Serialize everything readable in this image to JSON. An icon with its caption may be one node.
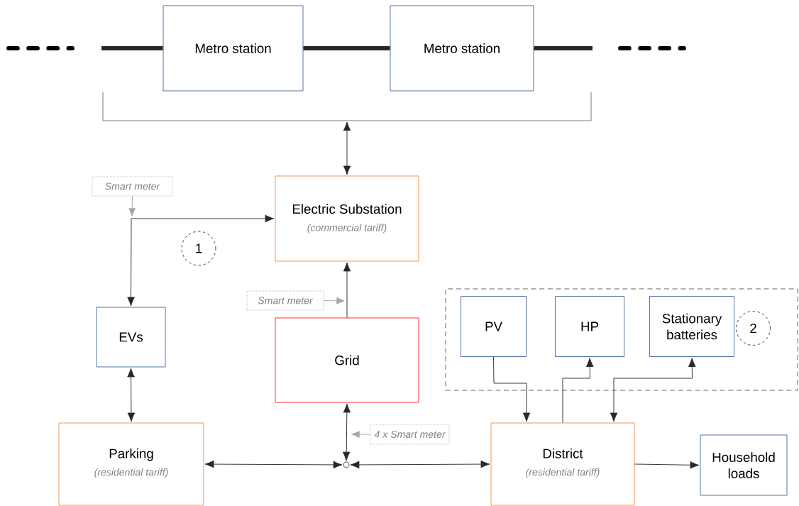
{
  "diagram": {
    "nodes": [
      {
        "text": [
          "Metro station"
        ]
      },
      {
        "text": [
          "Metro station"
        ]
      },
      {
        "text": [],
        "shape": "bracket"
      },
      {
        "text": [
          "Smart meter"
        ]
      },
      {
        "text": [
          "Electric Substation",
          "(commercial tariff)"
        ]
      },
      {
        "text": [
          "1"
        ]
      },
      {
        "text": [
          "EVs"
        ]
      },
      {
        "text": [
          "Smart meter"
        ]
      },
      {
        "text": [
          "Grid"
        ]
      },
      {
        "text": [],
        "shape": "box"
      },
      {
        "text": [
          "PV"
        ],
        "in": 9
      },
      {
        "text": [
          "HP"
        ],
        "in": 9
      },
      {
        "text": [
          "Stationary batteries"
        ],
        "in": 9
      },
      {
        "text": [
          "2"
        ],
        "in": 9
      },
      {
        "text": [
          "Parking",
          "(residential tariff)"
        ]
      },
      {
        "text": [],
        "shape": "circle"
      },
      {
        "text": [
          "4 x Smart meter"
        ]
      },
      {
        "text": [
          "District",
          "(residential tariff)"
        ]
      },
      {
        "text": [
          "Household loads"
        ]
      }
    ],
    "edges": [
      {
        "from": null,
        "to": 0,
        "arrow": "none",
        "style": "thick"
      },
      {
        "from": 0,
        "to": 1,
        "arrow": "none",
        "style": "thick"
      },
      {
        "from": 1,
        "to": null,
        "arrow": "none",
        "style": "thick"
      },
      {
        "from": 2,
        "to": 4,
        "arrow": "both"
      },
      {
        "from": 3,
        "to": null,
        "arrow": "to",
        "color": "#a6a6a6"
      },
      {
        "from": null,
        "to": 4,
        "arrow": "to"
      },
      {
        "from": null,
        "to": 6,
        "arrow": "to"
      },
      {
        "from": 7,
        "to": null,
        "arrow": "to",
        "color": "#a6a6a6"
      },
      {
        "from": 8,
        "to": 4,
        "arrow": "to"
      },
      {
        "from": 6,
        "to": 14,
        "arrow": "both"
      },
      {
        "from": 8,
        "to": 15,
        "arrow": "both"
      },
      {
        "from": 16,
        "to": null,
        "arrow": "to",
        "color": "#a6a6a6"
      },
      {
        "from": 14,
        "to": 15,
        "arrow": "both"
      },
      {
        "from": 17,
        "to": 15,
        "arrow": "both"
      },
      {
        "from": 10,
        "to": 17,
        "arrow": "to"
      },
      {
        "from": 17,
        "to": 11,
        "arrow": "to"
      },
      {
        "from": 12,
        "to": 17,
        "arrow": "both"
      },
      {
        "from": 17,
        "to": 18,
        "arrow": "to"
      }
    ]
  }
}
